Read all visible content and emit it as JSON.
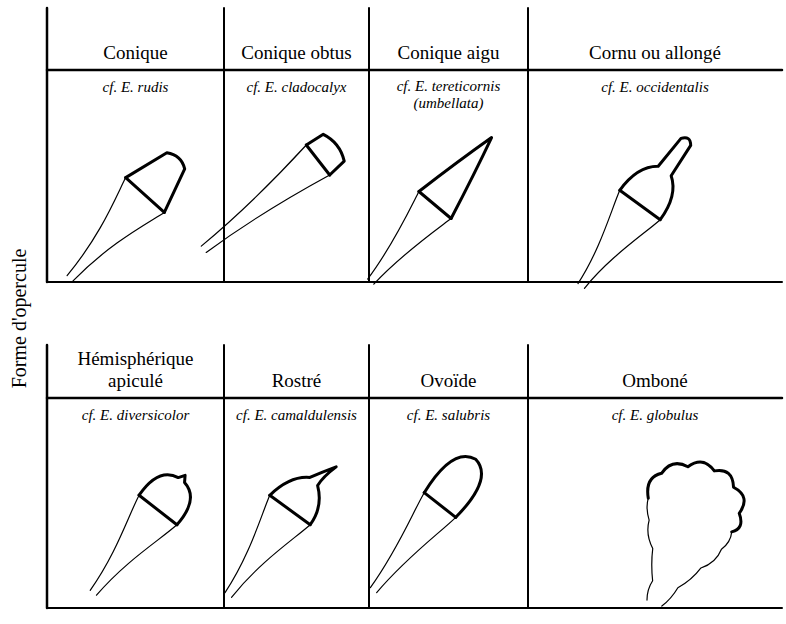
{
  "diagram": {
    "nodes": [
      {
        "text": [
          "Conique",
          "cf. E. rudis"
        ]
      },
      {
        "text": [
          "Conique obtus",
          "cf. E. cladocalyx"
        ]
      },
      {
        "text": [
          "Conique aigu",
          "cf. E. tereticornis (umbellata)"
        ]
      },
      {
        "text": [
          "Cornu ou allongé",
          "cf. E. occidentalis"
        ]
      },
      {
        "text": [
          "Hémisphérique apiculé",
          "cf. E. diversicolor"
        ]
      },
      {
        "text": [
          "Rostré",
          "cf. E. camaldulensis"
        ]
      },
      {
        "text": [
          "Ovoïde",
          "cf. E. salubris"
        ]
      },
      {
        "text": [
          "Omboné",
          "cf. E. globulus"
        ]
      }
    ],
    "labels": [
      "Forme d'opercule"
    ]
  }
}
